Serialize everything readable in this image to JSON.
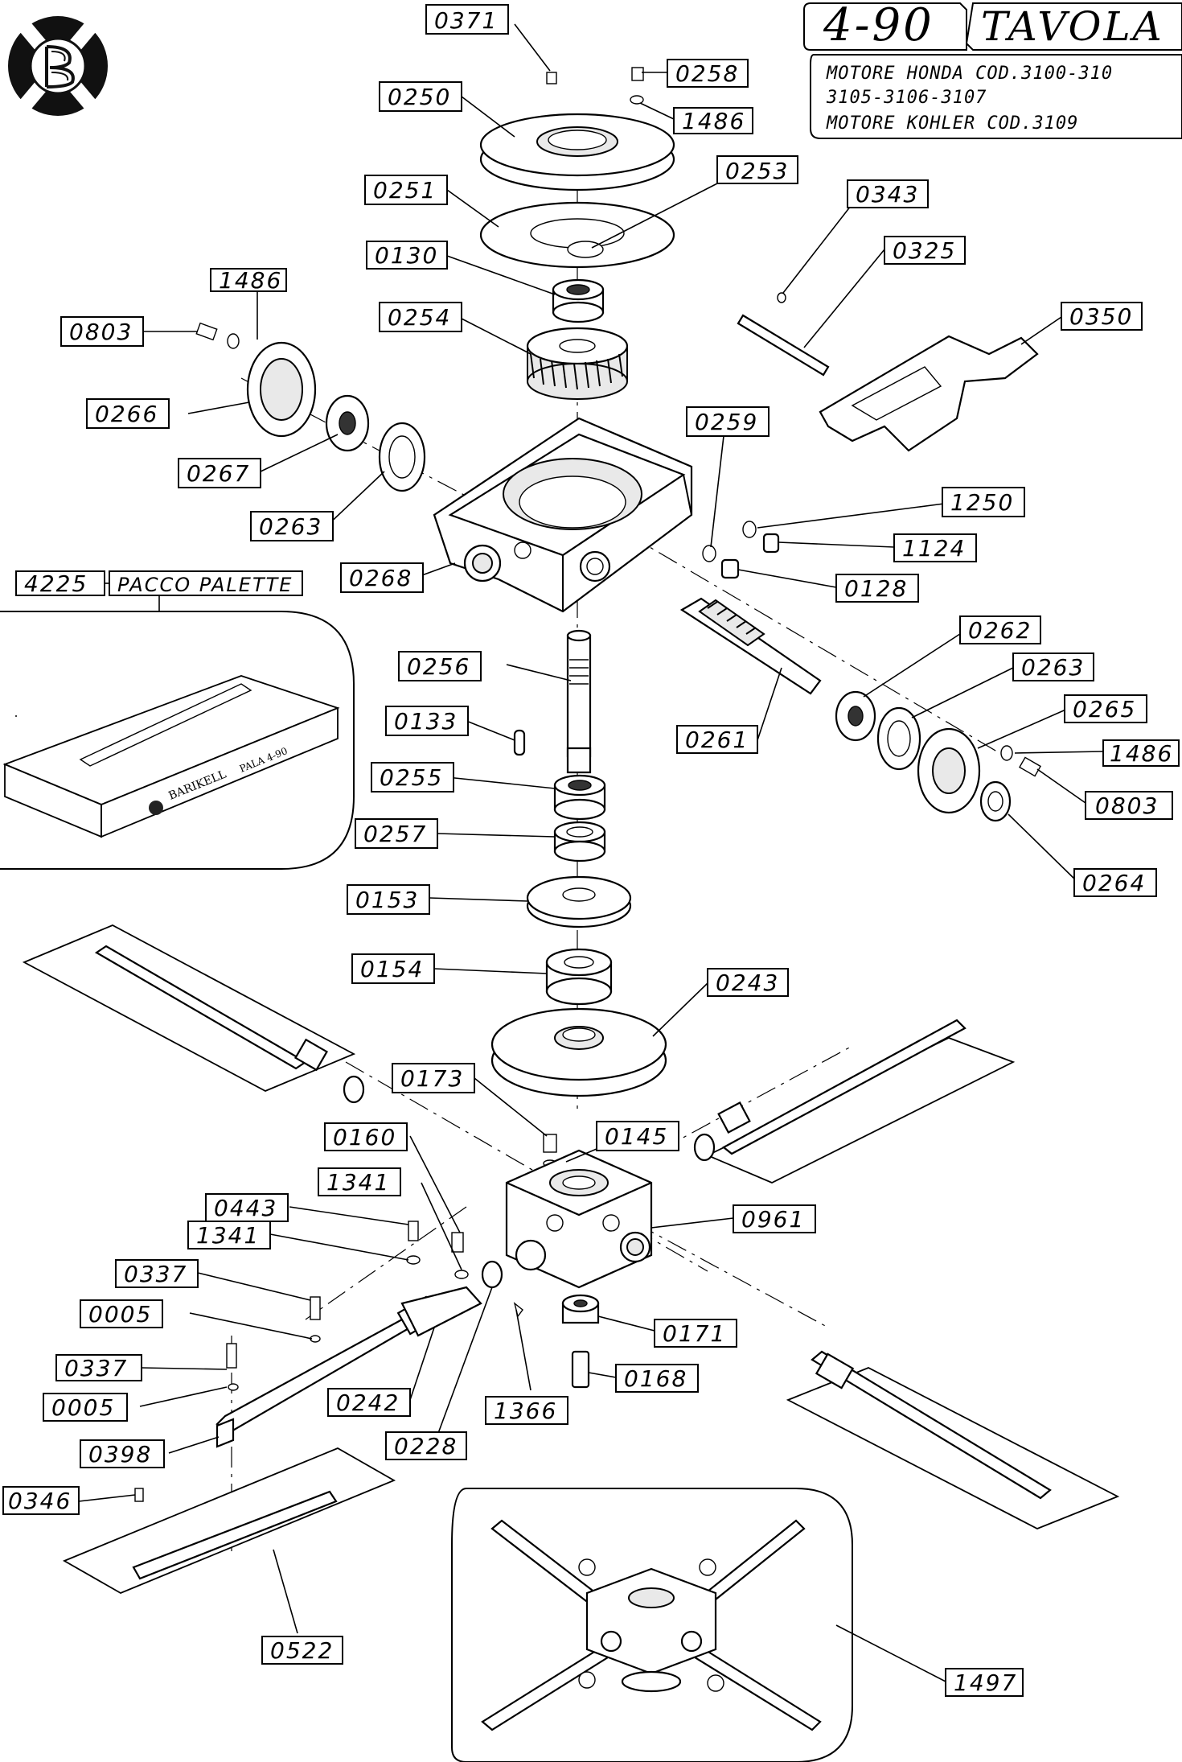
{
  "header": {
    "model": "4-90",
    "table_word": "TAVOLA C",
    "engine_line1": "MOTORE HONDA COD.3100-310",
    "engine_line2": "3105-3106-3107",
    "engine_line3": "MOTORE KOHLER COD.3109"
  },
  "kit": {
    "code": "4225",
    "name": "PACCO PALETTE",
    "brand": "BARIKELL",
    "blade_mark": "PALA 4-90"
  },
  "parts": {
    "p0371": "0371",
    "p0258": "0258",
    "p0250": "0250",
    "p1486a": "1486",
    "p0251": "0251",
    "p0253": "0253",
    "p0130": "0130",
    "p0343": "0343",
    "p0325": "0325",
    "p1486b": "1486",
    "p0803a": "0803",
    "p0254": "0254",
    "p0350": "0350",
    "p0266": "0266",
    "p0267": "0267",
    "p0259": "0259",
    "p0263a": "0263",
    "p1250": "1250",
    "p1124": "1124",
    "p0268": "0268",
    "p0128": "0128",
    "p0262": "0262",
    "p0256": "0256",
    "p0263b": "0263",
    "p0133": "0133",
    "p0265": "0265",
    "p0261": "0261",
    "p1486c": "1486",
    "p0255": "0255",
    "p0803b": "0803",
    "p0257": "0257",
    "p0264": "0264",
    "p0153": "0153",
    "p0154": "0154",
    "p0243": "0243",
    "p0173": "0173",
    "p0160": "0160",
    "p0145": "0145",
    "p1341a": "1341",
    "p0443": "0443",
    "p0961": "0961",
    "p1341b": "1341",
    "p0337a": "0337",
    "p0005a": "0005",
    "p0171": "0171",
    "p0337b": "0337",
    "p0168": "0168",
    "p0005b": "0005",
    "p0242": "0242",
    "p1366": "1366",
    "p0398": "0398",
    "p0228": "0228",
    "p0346": "0346",
    "p0522": "0522",
    "p1497": "1497"
  }
}
